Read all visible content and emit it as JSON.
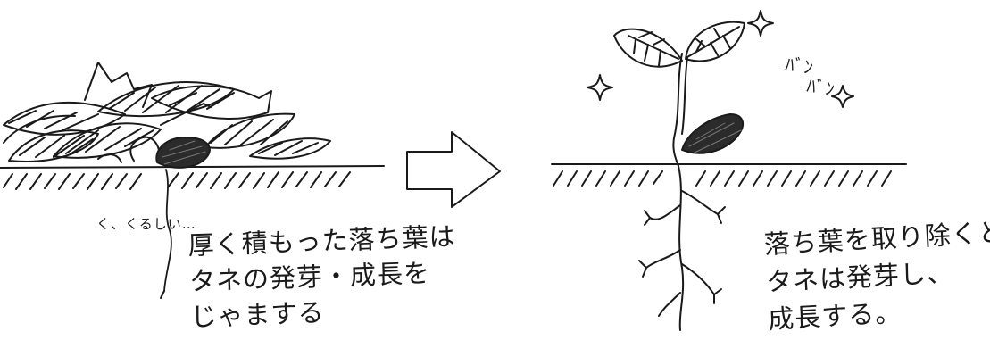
{
  "left_panel": {
    "sound": "く、くるしい…",
    "caption_lines": [
      "厚く積もった落ち葉は",
      "タネの発芽・成長を",
      "じゃまする"
    ]
  },
  "arrow": {
    "icon": "right-arrow-icon"
  },
  "right_panel": {
    "sfx_1": "ﾊﾞﾝ",
    "sfx_2": "ﾊﾞﾝ",
    "caption_lines": [
      "落ち葉を取り除くと",
      "タネは発芽し、",
      "成長する。"
    ]
  }
}
